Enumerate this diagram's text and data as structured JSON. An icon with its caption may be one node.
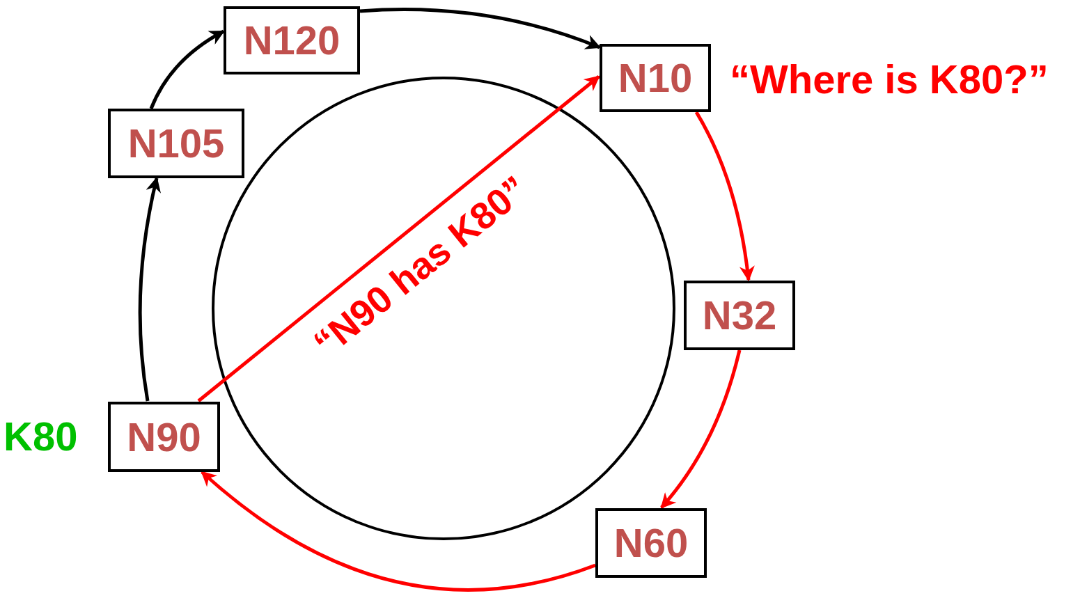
{
  "diagram": {
    "nodes": [
      {
        "text": [
          "N120"
        ]
      },
      {
        "text": [
          "N10"
        ],
        "beside": [
          "“Where is K80?”"
        ]
      },
      {
        "text": [
          "N32"
        ]
      },
      {
        "text": [
          "N60"
        ]
      },
      {
        "text": [
          "N90"
        ],
        "beside": [
          "K80"
        ]
      },
      {
        "text": [
          "N105"
        ]
      }
    ],
    "edges": [
      {
        "from": 5,
        "to": 0,
        "arrow": "to",
        "color": "#000000"
      },
      {
        "from": 0,
        "to": 1,
        "arrow": "to",
        "color": "#000000"
      },
      {
        "from": 1,
        "to": 2,
        "arrow": "to"
      },
      {
        "from": 2,
        "to": 3,
        "arrow": "to"
      },
      {
        "from": 3,
        "to": 4,
        "arrow": "to"
      },
      {
        "from": 4,
        "to": 5,
        "arrow": "to",
        "color": "#000000"
      },
      {
        "from": 4,
        "to": 1,
        "arrow": "to",
        "label": "“N90 has K80”"
      }
    ]
  }
}
